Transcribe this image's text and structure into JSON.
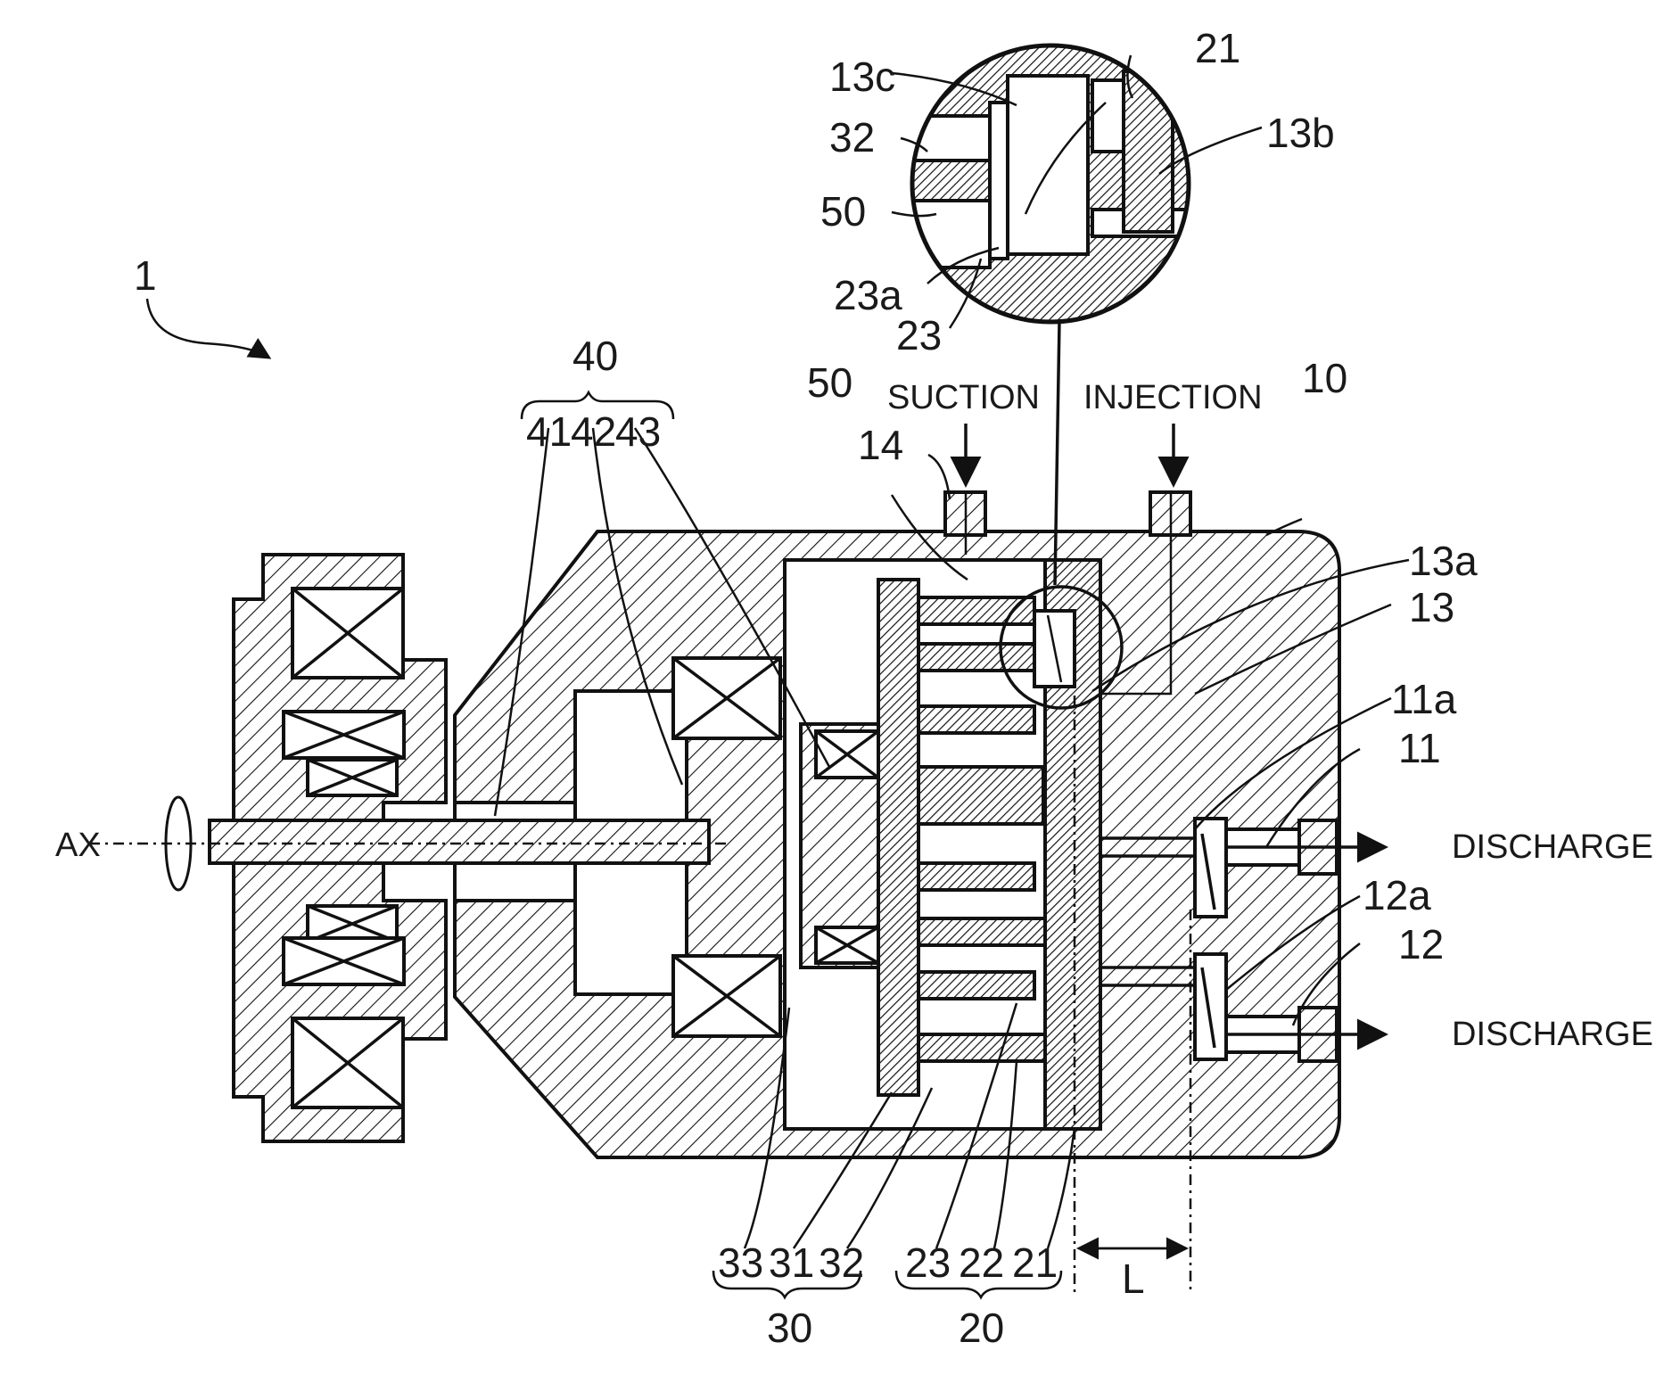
{
  "labels": {
    "device": "1",
    "axis": "AX",
    "suction": "SUCTION",
    "injection": "INJECTION",
    "discharge_upper": "DISCHARGE",
    "discharge_lower": "DISCHARGE",
    "group_40": "40",
    "ref_41": "41",
    "ref_42": "42",
    "ref_43": "43",
    "ref_50_main": "50",
    "ref_14": "14",
    "ref_10": "10",
    "ref_13a": "13a",
    "ref_13": "13",
    "ref_11a": "11a",
    "ref_11": "11",
    "ref_12a": "12a",
    "ref_12": "12",
    "ref_33": "33",
    "ref_31": "31",
    "ref_32_bottom": "32",
    "ref_23_bottom": "23",
    "ref_22": "22",
    "ref_21_bottom": "21",
    "dim_L": "L",
    "group_30": "30",
    "group_20": "20",
    "detail_13c": "13c",
    "detail_21": "21",
    "detail_32": "32",
    "detail_13b": "13b",
    "detail_50": "50",
    "detail_23a": "23a",
    "detail_23": "23"
  }
}
